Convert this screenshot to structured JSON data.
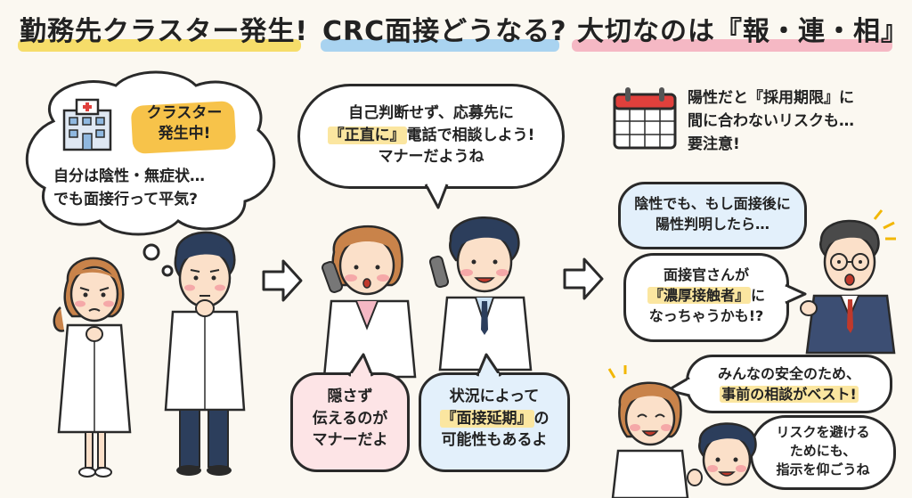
{
  "title": {
    "part1": "勤務先クラスター発生!",
    "part2": "CRC面接どうなる?",
    "part3": "大切なのは『報・連・相』!"
  },
  "panel1": {
    "badge": "クラスター\n発生中!",
    "thought_line1": "自分は陰性・無症状…",
    "thought_line2": "でも面接行って平気?"
  },
  "panel2": {
    "advice_line1": "自己判断せず、応募先に",
    "advice_line2_pre": "『正直に』",
    "advice_line2_post": "電話で相談しよう!",
    "advice_line3": "マナーだようね",
    "left_line1": "隠さず",
    "left_line2": "伝えるのが",
    "left_line3": "マナーだよ",
    "right_line1": "状況によって",
    "right_line2_mark": "『面接延期』",
    "right_line2_post": "の",
    "right_line3": "可能性もあるよ"
  },
  "panel3": {
    "calendar_line1": "陽性だと『採用期限』に",
    "calendar_line2": "間に合わないリスクも…",
    "calendar_line3": "要注意!",
    "bubble1_line1": "陰性でも、もし面接後に",
    "bubble1_line2": "陽性判明したら…",
    "bubble2_line1": "面接官さんが",
    "bubble2_line2_mark": "『濃厚接触者』",
    "bubble2_line2_post": "に",
    "bubble2_line3": "なっちゃうかも!?",
    "bubble3_line1": "みんなの安全のため、",
    "bubble3_line2": "事前の相談がベスト!",
    "bubble4_line1": "リスクを避ける",
    "bubble4_line2": "ためにも、",
    "bubble4_line3": "指示を仰ごうね"
  },
  "colors": {
    "highlight_yellow": "#f6dd6a",
    "highlight_blue": "#a9d3f0",
    "highlight_pink": "#f5b8c4",
    "outline": "#2a2a2a",
    "coat": "#ffffff",
    "hair_brown": "#c9834a",
    "hair_navy": "#2c3e5c"
  }
}
